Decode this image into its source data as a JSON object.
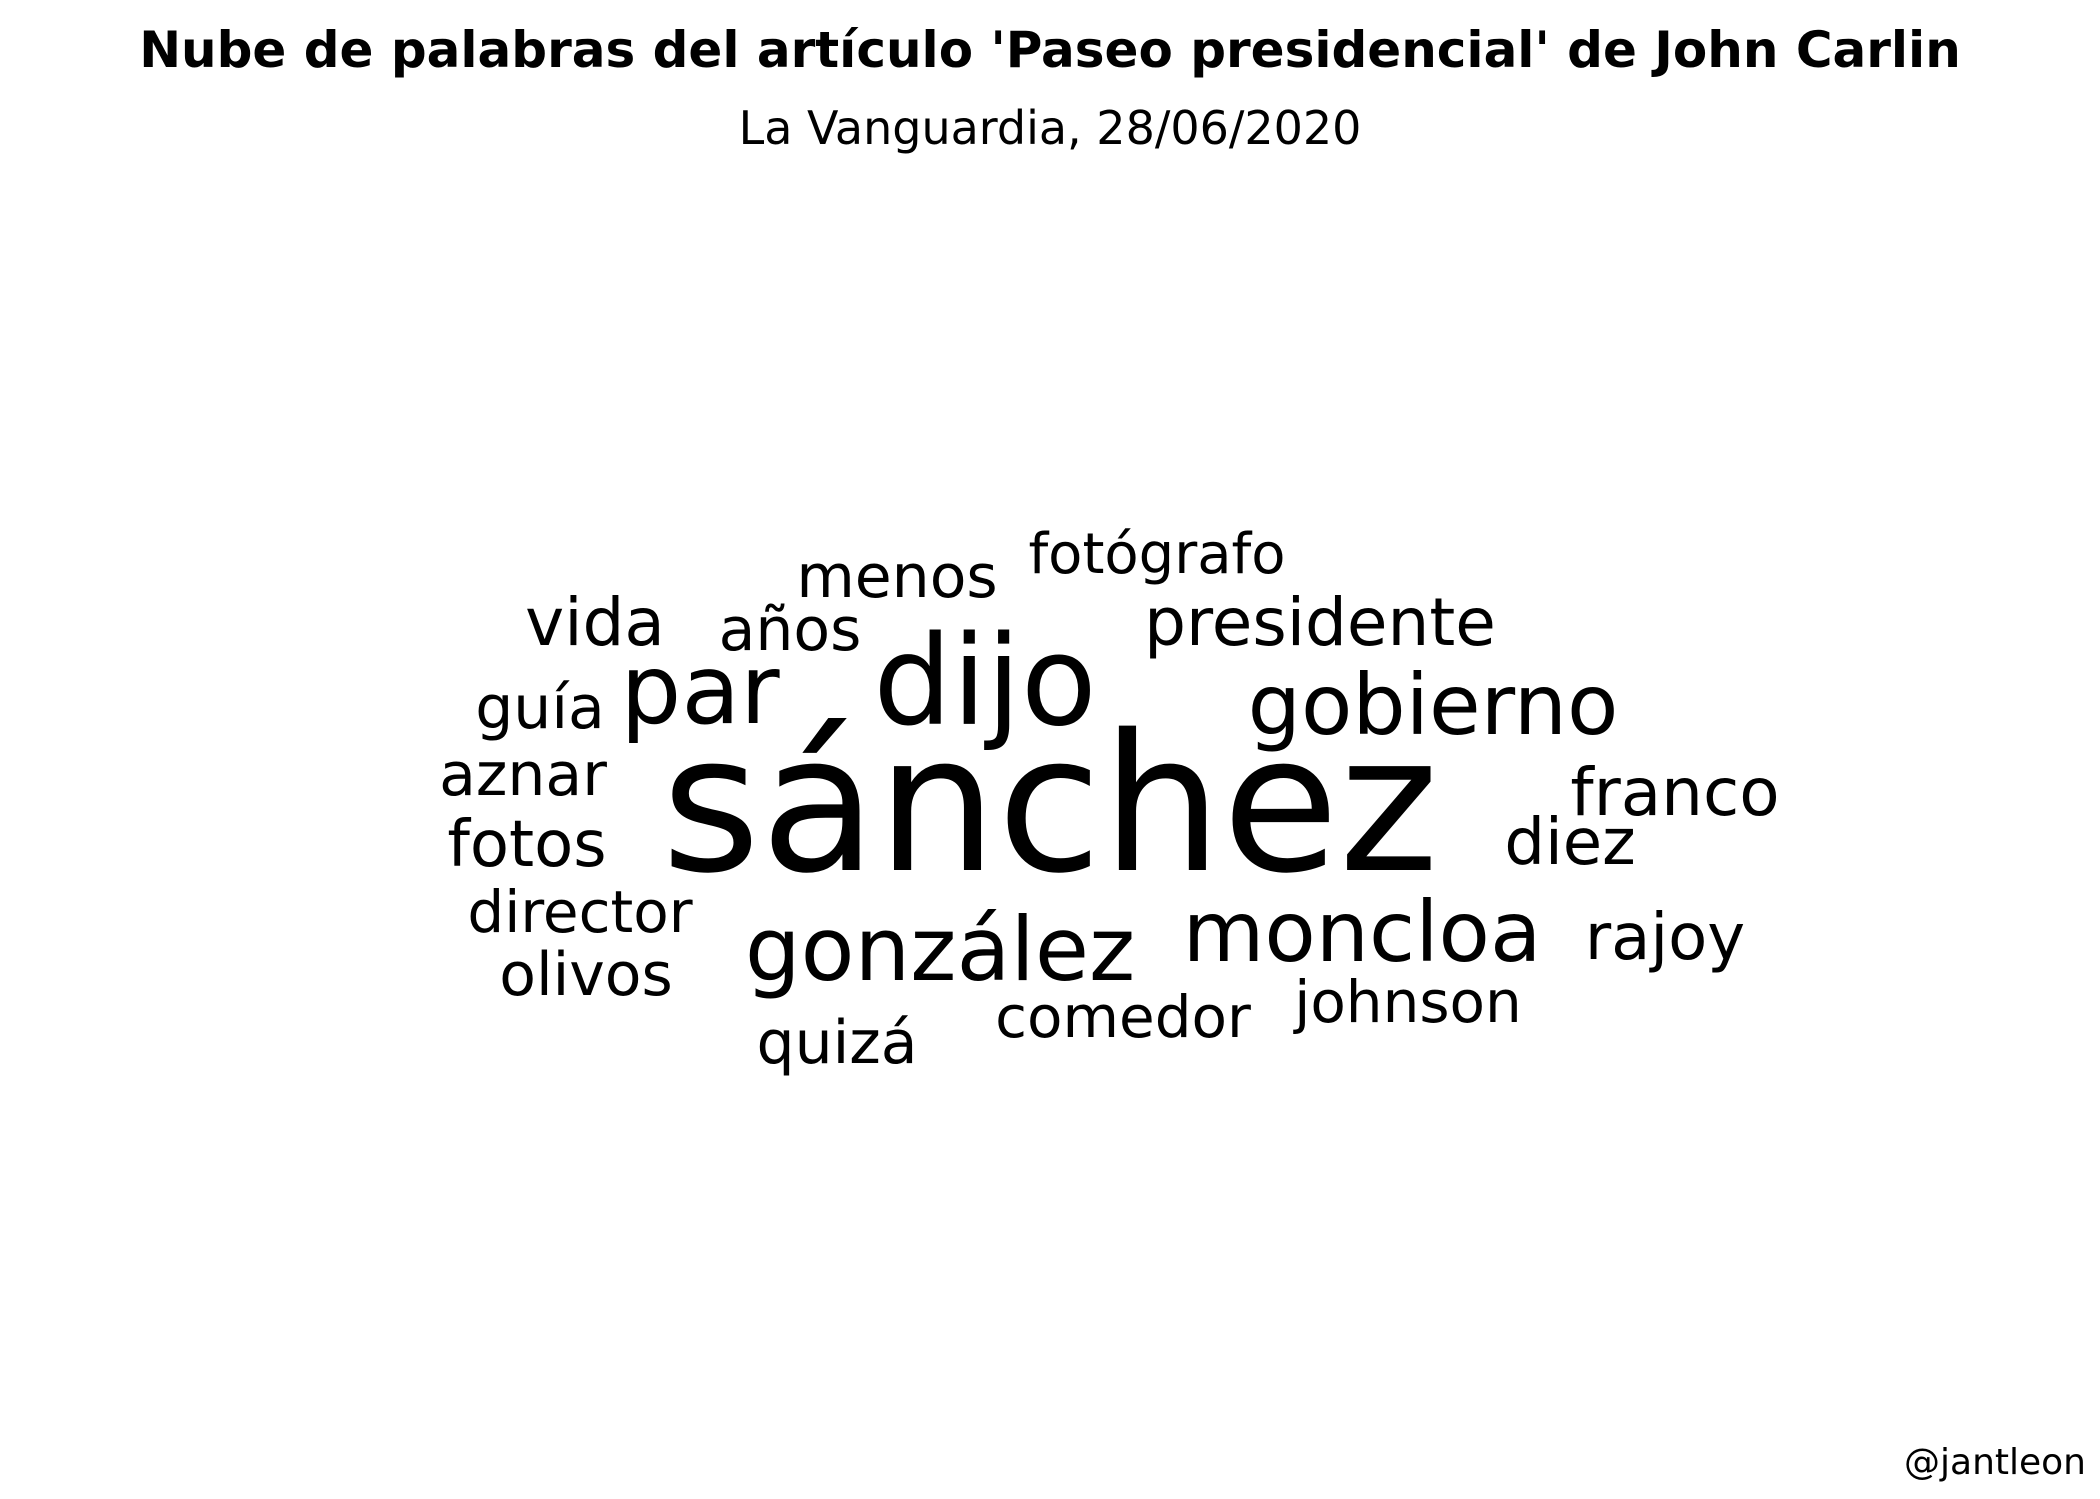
{
  "title": "Nube de palabras del artículo 'Paseo presidencial' de John Carlin",
  "subtitle": "La Vanguardia, 28/06/2020",
  "credit": "@jantleon",
  "words": [
    {
      "text": "sánchez"
    },
    {
      "text": "dijo"
    },
    {
      "text": "par"
    },
    {
      "text": "gobierno"
    },
    {
      "text": "gonzález"
    },
    {
      "text": "moncloa"
    },
    {
      "text": "presidente"
    },
    {
      "text": "franco"
    },
    {
      "text": "vida"
    },
    {
      "text": "menos"
    },
    {
      "text": "fotógrafo"
    },
    {
      "text": "años"
    },
    {
      "text": "guía"
    },
    {
      "text": "aznar"
    },
    {
      "text": "fotos"
    },
    {
      "text": "diez"
    },
    {
      "text": "director"
    },
    {
      "text": "olivos"
    },
    {
      "text": "rajoy"
    },
    {
      "text": "johnson"
    },
    {
      "text": "comedor"
    },
    {
      "text": "quizá"
    }
  ]
}
